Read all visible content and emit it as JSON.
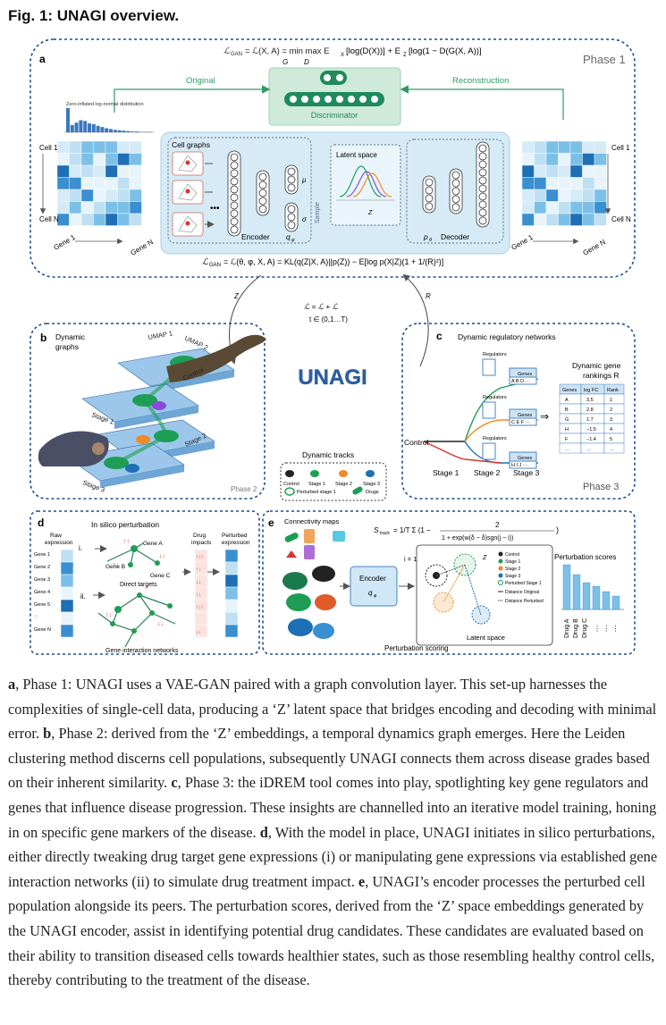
{
  "title": "Fig. 1: UNAGI overview.",
  "panel_a": {
    "label": "a",
    "phase": "Phase 1",
    "gan_loss": "ℒ_GAN = ℒ(X, A) = min_G max_D E_X[log(D(X))] + E_Z[log(1 − D(G(X, A))]",
    "gan_loss_lhs": "ℒ",
    "gan_loss_rhs": "= ℒ(X, A) = min   max E",
    "gan_loss_rhs2": "[log(D(X))] + E",
    "gan_loss_rhs3": "[log(1 − D(G(X, A))]",
    "original": "Original",
    "reconstruction": "Reconstruction",
    "discriminator": "Discriminator",
    "zero_inflated": "Zero-inflated log-normal distribution",
    "cell1": "Cell 1",
    "cellN": "Cell N",
    "gene1": "Gene 1",
    "geneN": "Gene N",
    "cell_graphs": "Cell graphs",
    "encoder": "Encoder",
    "decoder": "Decoder",
    "latent_space": "Latent space",
    "sample": "Sample",
    "mu": "μ",
    "sigma": "σ",
    "z": "Z",
    "q_phi": "q",
    "p_theta": "p",
    "vae_loss": "= ℒ(θ, φ, X, A) = KL(q(Z|X, A)||p(Z)) − E[log p(X|Z)(1 + 1/(R)²)]"
  },
  "center": {
    "z_label": "Z",
    "r_label": "R",
    "loss": "ℒ = ℒ + ℒ",
    "t_range": "t ∈ (0,1…T)",
    "unagi": "UNAGI",
    "dynamic_tracks": "Dynamic tracks",
    "legend": [
      "Control",
      "Stage 1",
      "Stage 2",
      "Stage 3",
      "Perturbed stage 1",
      "Drugs"
    ]
  },
  "panel_b": {
    "label": "b",
    "dynamic_graphs": "Dynamic\ngraphs",
    "umap1": "UMAP 1",
    "umap2": "UMAP 2",
    "layers": [
      "Control",
      "Stage 1",
      "Stage 2",
      "Stage 3"
    ],
    "phase": "Phase 2"
  },
  "panel_c": {
    "label": "c",
    "title": "Dynamic regulatory networks",
    "regulators": "Regulators",
    "genes": "Genes",
    "control": "Control",
    "stages": [
      "Stage 1",
      "Stage 2",
      "Stage 3"
    ],
    "rankings_title": "Dynamic gene\nrankings R",
    "table_headers": [
      "Genes",
      "log FC",
      "Rank"
    ],
    "table_rows": [
      [
        "A",
        "3.5",
        "1"
      ],
      [
        "B",
        "2.8",
        "2"
      ],
      [
        "G",
        "1.7",
        "3"
      ],
      [
        "H",
        "−1.5",
        "4"
      ],
      [
        "F",
        "−1.4",
        "5"
      ],
      [
        "…",
        "…",
        "…"
      ]
    ],
    "phase": "Phase 3"
  },
  "panel_d": {
    "label": "d",
    "title": "In silico perturbation",
    "raw_expression": "Raw\nexpression",
    "drug_impacts": "Drug\nimpacts",
    "perturbed_expression": "Perturbed\nexpression",
    "genes": [
      "Gene 1",
      "Gene 2",
      "Gene 3",
      "Gene 4",
      "Gene 5",
      "⋮",
      "Gene N"
    ],
    "gene_a": "Gene A",
    "gene_b": "Gene B",
    "gene_c": "Gene C",
    "direct_targets": "Direct targets",
    "roman_i": "i.",
    "roman_ii": "ii.",
    "gene_networks": "Gene interaction networks"
  },
  "panel_e": {
    "label": "e",
    "connectivity_maps": "Connectivity maps",
    "score_formula": "S_track = 1/T Σ (1 − 2 / (1 + exp(w(δ − δ)sgn(j − i))))",
    "encoder": "Encoder",
    "q_phi": "q",
    "i_eq": "i = 1",
    "z": "Z",
    "latent_space": "Latent space",
    "perturbation_scoring": "Perturbation scoring",
    "legend": [
      "Control",
      "Stage 1",
      "Stage 2",
      "Stage 3",
      "Perturbed Stage 1",
      "Distance Original",
      "Distance Perturbed"
    ],
    "perturbation_scores": "Perturbation scores",
    "drugs": [
      "Drug A",
      "Drug B",
      "Drug C"
    ],
    "score_values": [
      1.0,
      0.78,
      0.6,
      0.52,
      0.4,
      0.3
    ]
  },
  "caption": [
    {
      "label": "a",
      "text": ", Phase 1: UNAGI uses a VAE-GAN paired with a graph convolution layer. This set-up harnesses the complexities of single-cell data, producing a ‘Z’ latent space that bridges encoding and decoding with minimal error. "
    },
    {
      "label": "b",
      "text": ", Phase 2: derived from the ‘Z’ embeddings, a temporal dynamics graph emerges. Here the Leiden clustering method discerns cell populations, subsequently UNAGI connects them across disease grades based on their inherent similarity. "
    },
    {
      "label": "c",
      "text": ", Phase 3: the iDREM tool comes into play, spotlighting key gene regulators and genes that influence disease progression. These insights are channelled into an iterative model training, honing in on specific gene markers of the disease. "
    },
    {
      "label": "d",
      "text": ", With the model in place, UNAGI initiates in silico perturbations, either directly tweaking drug target gene expressions (i) or manipulating gene expressions via established gene interaction networks (ii) to simulate drug treatment impact. "
    },
    {
      "label": "e",
      "text": ", UNAGI’s encoder processes the perturbed cell population alongside its peers. The perturbation scores, derived from the ‘Z’ space embeddings generated by the UNAGI encoder, assist in identifying potential drug candidates. These candidates are evaluated based on their ability to transition diseased cells towards healthier states, such as those resembling healthy control cells, thereby contributing to the treatment of the disease."
    }
  ],
  "colors": {
    "frame": "#1e4d8c",
    "discriminator": "#cfeadb",
    "discriminator_dot": "#1f8a5b",
    "encoder_panel": "#d6ebf5",
    "heatmap_dark": "#3a8fd0",
    "heatmap_light": "#cfe7f6",
    "unagi": "#2b5fa6",
    "green": "#1e9e55",
    "orange": "#f08a24",
    "purple": "#8a4bd6",
    "red": "#d9362b"
  }
}
